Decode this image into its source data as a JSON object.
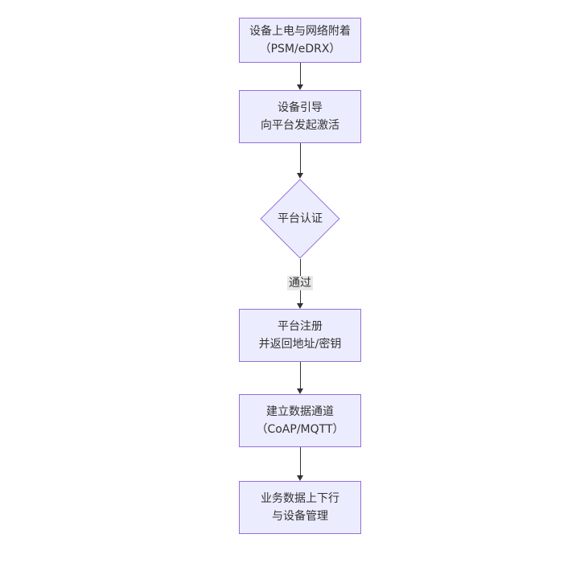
{
  "diagram": {
    "nodes": [
      {
        "id": "power",
        "type": "rect",
        "line1": "设备上电与网络附着",
        "line2": "（PSM/eDRX）"
      },
      {
        "id": "boot",
        "type": "rect",
        "line1": "设备引导",
        "line2": "向平台发起激活"
      },
      {
        "id": "auth",
        "type": "diamond",
        "line1": "平台认证"
      },
      {
        "id": "reg",
        "type": "rect",
        "line1": "平台注册",
        "line2": "并返回地址/密钥"
      },
      {
        "id": "channel",
        "type": "rect",
        "line1": "建立数据通道",
        "line2": "（CoAP/MQTT）"
      },
      {
        "id": "biz",
        "type": "rect",
        "line1": "业务数据上下行",
        "line2": "与设备管理"
      }
    ],
    "edge_labels": {
      "pass": "通过"
    },
    "colors": {
      "node_fill": "#ECECFF",
      "node_border": "#9370DB",
      "arrow": "#333333",
      "text": "#333333",
      "label_bg": "#e8e8e8",
      "background": "#ffffff"
    }
  }
}
